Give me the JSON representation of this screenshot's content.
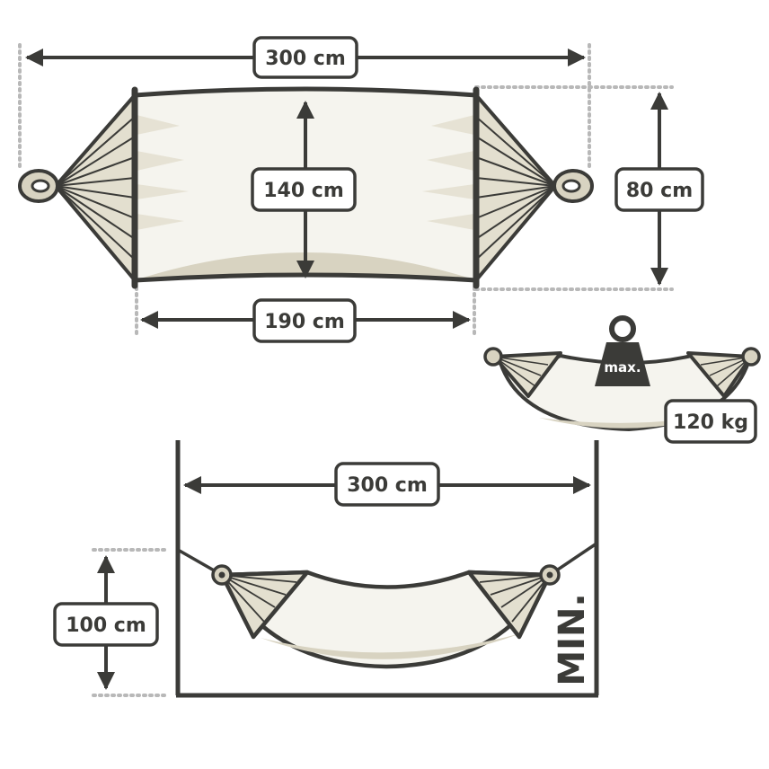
{
  "colors": {
    "outline": "#3b3b38",
    "fabric": "#f5f4ee",
    "shade": "#d8d3c1",
    "dots": "#b8b8b8",
    "label_bg": "#ffffff"
  },
  "top_view": {
    "total_length": "300 cm",
    "bed_width": "140 cm",
    "bed_length": "190 cm",
    "hang_width": "80 cm"
  },
  "load": {
    "weight_badge": "max.",
    "max_load": "120 kg"
  },
  "side_view": {
    "min_distance": "300 cm",
    "min_height": "100 cm",
    "min_label": "MIN."
  }
}
